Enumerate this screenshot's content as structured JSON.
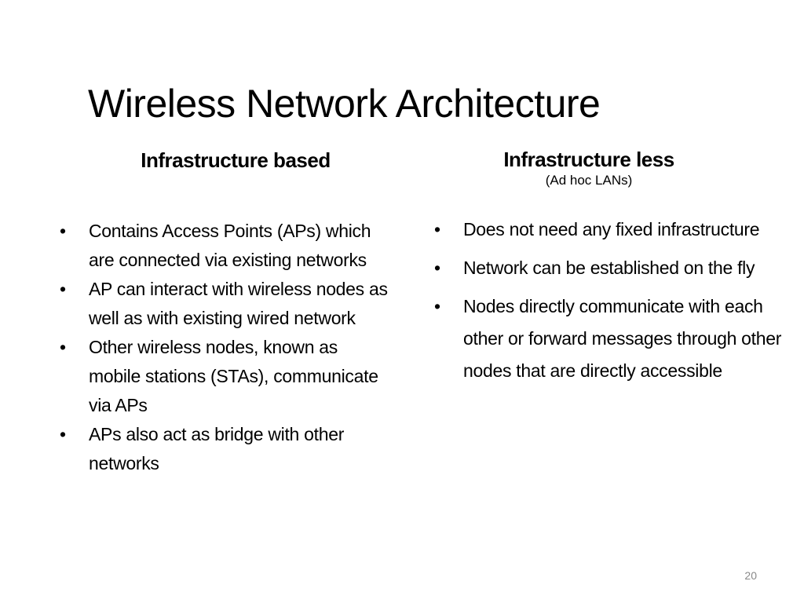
{
  "slide": {
    "title": "Wireless Network Architecture",
    "page_number": "20"
  },
  "left_column": {
    "heading": "Infrastructure based",
    "bullets": [
      "Contains Access Points (APs) which are connected via existing networks",
      "AP can interact with wireless nodes as well as with existing wired network",
      "Other wireless nodes, known as mobile stations (STAs), communicate via APs",
      "APs also act as bridge with other networks"
    ]
  },
  "right_column": {
    "heading": "Infrastructure less",
    "subheading": "(Ad hoc LANs)",
    "bullets": [
      "Does not need any fixed infrastructure",
      "Network can be established on the fly",
      "Nodes directly communicate with each other or forward messages through other nodes that are directly accessible"
    ]
  },
  "bullet_glyph": "•"
}
